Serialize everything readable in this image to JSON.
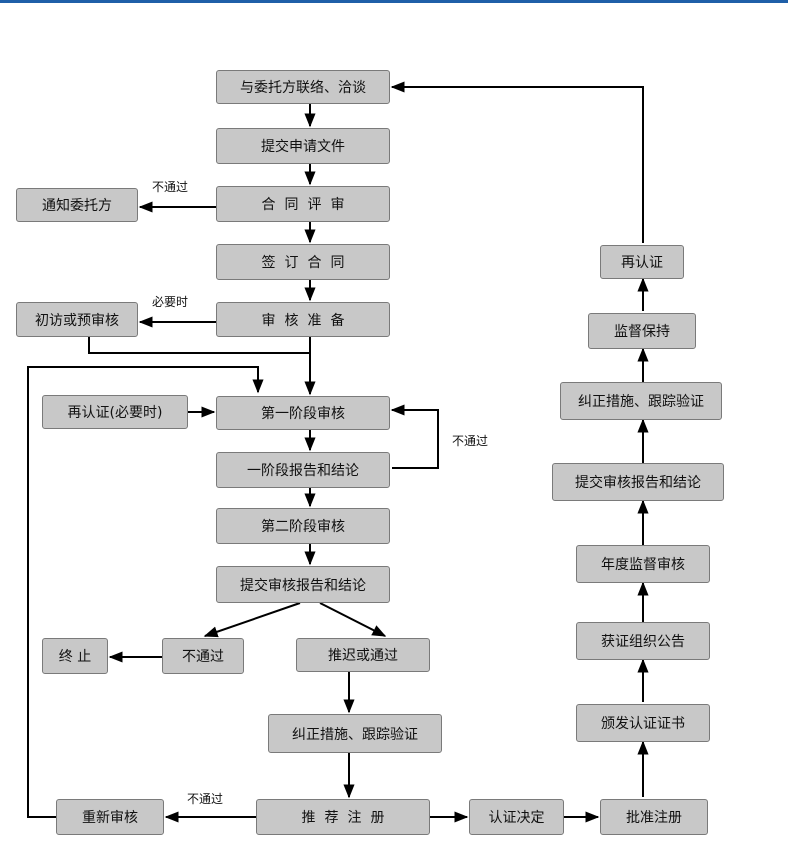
{
  "nodes": {
    "contact_client": "与委托方联络、洽谈",
    "submit_application": "提交申请文件",
    "contract_review": "合同评审",
    "notify_client": "通知委托方",
    "sign_contract": "签订合同",
    "audit_prep": "审核准备",
    "initial_visit": "初访或预审核",
    "recert_if_needed": "再认证(必要时)",
    "stage1_audit": "第一阶段审核",
    "stage1_report": "一阶段报告和结论",
    "stage2_audit": "第二阶段审核",
    "submit_report_left": "提交审核报告和结论",
    "terminate": "终 止",
    "not_passed_box": "不通过",
    "deferred_or_passed": "推迟或通过",
    "corrective_left": "纠正措施、跟踪验证",
    "re_audit": "重新审核",
    "recommend_register": "推荐注册",
    "cert_decision": "认证决定",
    "approve_register": "批准注册",
    "issue_certificate": "颁发认证证书",
    "announce_org": "获证组织公告",
    "annual_surveillance": "年度监督审核",
    "submit_report_right": "提交审核报告和结论",
    "corrective_right": "纠正措施、跟踪验证",
    "surveillance_maintain": "监督保持",
    "recertification": "再认证"
  },
  "labels": {
    "not_passed_contract": "不通过",
    "when_necessary": "必要时",
    "not_passed_stage1": "不通过",
    "not_passed_recommend": "不通过"
  },
  "colors": {
    "node_fill": "#c8c8c8",
    "node_border": "#7a7a7a",
    "line": "#000000",
    "top_bar": "#1f5fa8"
  }
}
